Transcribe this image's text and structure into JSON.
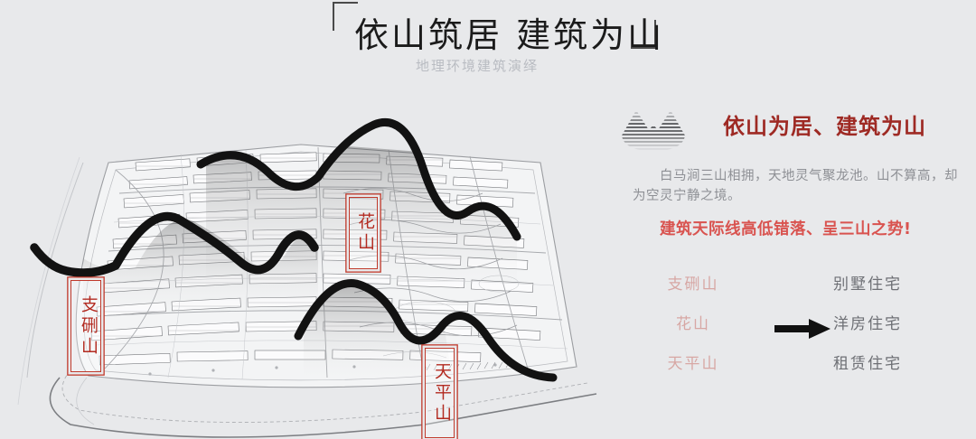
{
  "background_color": "#e8e9eb",
  "title": {
    "main": "依山筑居  建筑为山",
    "subtitle": "地理环境建筑演绎",
    "bracket_open": "「",
    "bracket_close": "」",
    "color": "#1b1b1b",
    "subtitle_color": "#b9bcc2"
  },
  "map": {
    "name": "site-plan-aerial-drawing",
    "labels": [
      {
        "id": "zhixing",
        "text": "支硎山",
        "color": "#b32b21"
      },
      {
        "id": "huashan",
        "text": "花山",
        "color": "#b32b21"
      },
      {
        "id": "tianping",
        "text": "天平山",
        "color": "#b32b21"
      }
    ],
    "skyline_curves": 3,
    "curve_color": "#111111"
  },
  "panel": {
    "logo_name": "twin-peak-mountain-logo",
    "headline": "依山为居、建筑为山",
    "headline_color": "#9e2a24",
    "body": "白马涧三山相拥，天地灵气聚龙池。山不算高，却为空灵宁静之境。",
    "body_color": "#8e9095",
    "emphasis": "建筑天际线高低错落、呈三山之势!",
    "emphasis_color": "#d9534f",
    "mapping": {
      "arrow": "→",
      "rows": [
        {
          "mountain": "支硎山",
          "product": "别墅住宅"
        },
        {
          "mountain": "花山",
          "product": "洋房住宅"
        },
        {
          "mountain": "天平山",
          "product": "租赁住宅"
        }
      ],
      "mountain_color": "#d7a7a4",
      "product_color": "#6e7075"
    }
  }
}
